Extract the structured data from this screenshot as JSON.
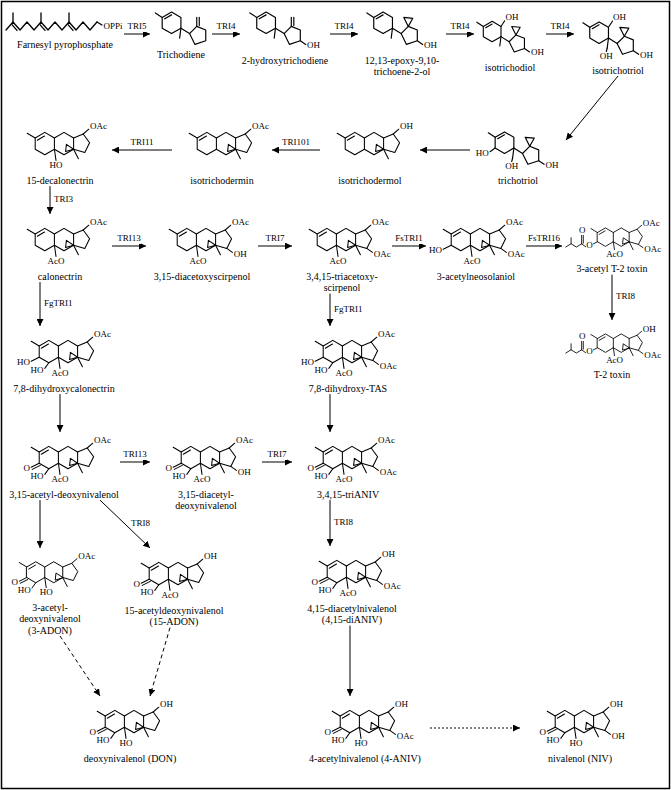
{
  "diagram": {
    "nodes": [
      {
        "text": [
          "Farnesyl pyrophosphate"
        ]
      },
      {
        "text": [
          "Trichodiene"
        ]
      },
      {
        "text": [
          "2-hydroxytrichodiene"
        ]
      },
      {
        "text": [
          "12,13-epoxy-9,10-trichoene-2-ol"
        ]
      },
      {
        "text": [
          "isotrichodiol"
        ]
      },
      {
        "text": [
          "isotrichotriol"
        ]
      },
      {
        "text": [
          "trichotriol"
        ]
      },
      {
        "text": [
          "isotrichodermol"
        ]
      },
      {
        "text": [
          "isotrichodermin"
        ]
      },
      {
        "text": [
          "15-decalonectrin"
        ]
      },
      {
        "text": [
          "calonectrin"
        ]
      },
      {
        "text": [
          "3,15-diacetoxyscirpenol"
        ]
      },
      {
        "text": [
          "3,4,15-triacetoxy-scirpenol"
        ]
      },
      {
        "text": [
          "3-acetylneosolaniol"
        ]
      },
      {
        "text": [
          "3-acetyl T-2 toxin"
        ]
      },
      {
        "text": [
          "T-2 toxin"
        ]
      },
      {
        "text": [
          "7,8-dihydroxycalonectrin"
        ]
      },
      {
        "text": [
          "7,8-dihydroxy-TAS"
        ]
      },
      {
        "text": [
          "3,15-acetyl-deoxynivalenol"
        ]
      },
      {
        "text": [
          "3,15-diacetyl-deoxynivalenol"
        ]
      },
      {
        "text": [
          "3,4,15-triANIV"
        ]
      },
      {
        "text": [
          "3-acetyl-deoxynivalenol (3-ADON)"
        ]
      },
      {
        "text": [
          "15-acetyldeoxynivalenol (15-ADON)"
        ]
      },
      {
        "text": [
          "4,15-diacetylnivalenol (4,15-diANIV)"
        ]
      },
      {
        "text": [
          "deoxynivalenol (DON)"
        ]
      },
      {
        "text": [
          "4-acetylnivalenol (4-ANIV)"
        ]
      },
      {
        "text": [
          "nivalenol (NIV)"
        ]
      }
    ],
    "edges": [
      {
        "from": 0,
        "to": 1,
        "label": "TRI5",
        "arrow": "to"
      },
      {
        "from": 1,
        "to": 2,
        "label": "TRI4",
        "arrow": "to"
      },
      {
        "from": 2,
        "to": 3,
        "label": "TRI4",
        "arrow": "to"
      },
      {
        "from": 3,
        "to": 4,
        "label": "TRI4",
        "arrow": "to"
      },
      {
        "from": 4,
        "to": 5,
        "label": "TRI4",
        "arrow": "to"
      },
      {
        "from": 5,
        "to": 6,
        "arrow": "to"
      },
      {
        "from": 6,
        "to": 7,
        "arrow": "to"
      },
      {
        "from": 7,
        "to": 8,
        "label": "TRI101",
        "arrow": "to"
      },
      {
        "from": 8,
        "to": 9,
        "label": "TRI11",
        "arrow": "to"
      },
      {
        "from": 9,
        "to": 10,
        "label": "TRI3",
        "arrow": "to"
      },
      {
        "from": 10,
        "to": 11,
        "label": "TRI13",
        "arrow": "to"
      },
      {
        "from": 11,
        "to": 12,
        "label": "TRI7",
        "arrow": "to"
      },
      {
        "from": 12,
        "to": 13,
        "label": "FsTRI1",
        "arrow": "to"
      },
      {
        "from": 13,
        "to": 14,
        "label": "FsTRI16",
        "arrow": "to"
      },
      {
        "from": 14,
        "to": 15,
        "label": "TRI8",
        "arrow": "to"
      },
      {
        "from": 10,
        "to": 16,
        "label": "FgTRI1",
        "arrow": "to"
      },
      {
        "from": 12,
        "to": 17,
        "label": "FgTRI1",
        "arrow": "to"
      },
      {
        "from": 16,
        "to": 18,
        "arrow": "to"
      },
      {
        "from": 18,
        "to": 19,
        "label": "TRI13",
        "arrow": "to"
      },
      {
        "from": 19,
        "to": 20,
        "label": "TRI7",
        "arrow": "to"
      },
      {
        "from": 17,
        "to": 20,
        "arrow": "to"
      },
      {
        "from": 18,
        "to": 21,
        "arrow": "to"
      },
      {
        "from": 18,
        "to": 22,
        "label": "TRI8",
        "arrow": "to"
      },
      {
        "from": 20,
        "to": 23,
        "label": "TRI8",
        "arrow": "to"
      },
      {
        "from": 21,
        "to": 24,
        "arrow": "to"
      },
      {
        "from": 22,
        "to": 24,
        "arrow": "to"
      },
      {
        "from": 23,
        "to": 25,
        "arrow": "to"
      },
      {
        "from": 25,
        "to": 26,
        "arrow": "to"
      }
    ],
    "labels": [
      "OPPi",
      "OH",
      "OH",
      "OH",
      "OH",
      "OH",
      "OH",
      "OH",
      "HO",
      "OH",
      "OH",
      "OH",
      "OAc",
      "OAc",
      "HO",
      "OAc",
      "AcO",
      "OAc",
      "OH",
      "AcO",
      "OAc",
      "OAc",
      "AcO",
      "OAc",
      "OAc",
      "HO",
      "AcO",
      "OAc",
      "OAc",
      "O",
      "O",
      "AcO",
      "OH",
      "OAc",
      "O",
      "O",
      "AcO",
      "OAc",
      "HO",
      "HO",
      "AcO",
      "OAc",
      "OAc",
      "HO",
      "HO",
      "AcO",
      "O",
      "OAc",
      "HO",
      "AcO",
      "O",
      "OAc",
      "OH",
      "HO",
      "AcO",
      "O",
      "OAc",
      "OAc",
      "HO",
      "AcO",
      "O",
      "OAc",
      "HO",
      "HO",
      "O",
      "OH",
      "HO",
      "AcO",
      "O",
      "OH",
      "OAc",
      "HO",
      "AcO",
      "O",
      "OH",
      "HO",
      "HO",
      "O",
      "OH",
      "OAc",
      "HO",
      "HO",
      "O",
      "OH",
      "OH",
      "HO",
      "HO"
    ]
  }
}
